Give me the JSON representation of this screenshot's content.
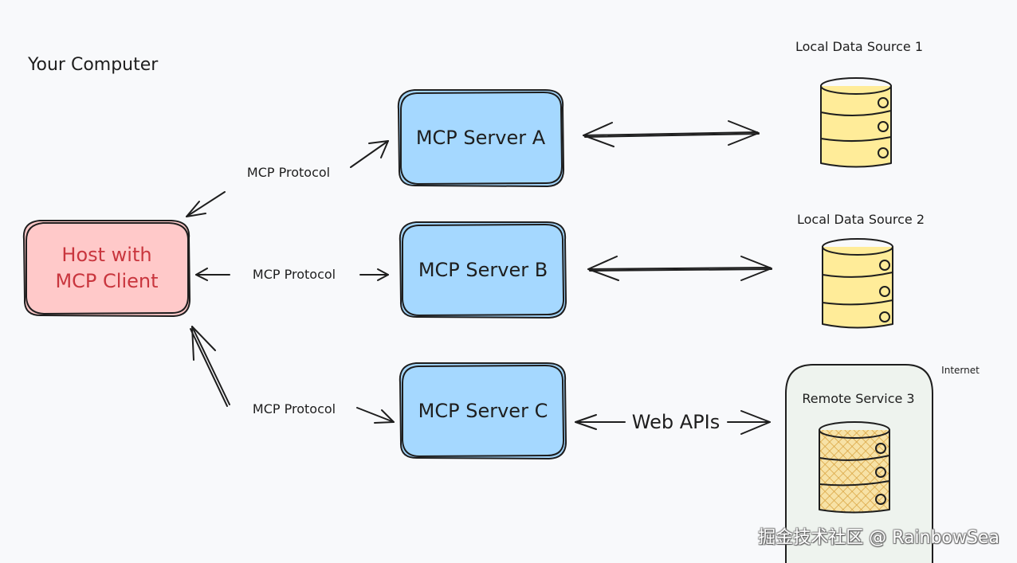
{
  "title": "Your Computer",
  "host": {
    "line1": "Host with",
    "line2": "MCP Client"
  },
  "servers": [
    {
      "label": "MCP Server A"
    },
    {
      "label": "MCP Server B"
    },
    {
      "label": "MCP Server C"
    }
  ],
  "edges": {
    "host_to_a": "MCP Protocol",
    "host_to_b": "MCP Protocol",
    "host_to_c": "MCP Protocol",
    "c_to_remote": "Web APIs"
  },
  "data_sources": [
    {
      "label": "Local Data Source 1"
    },
    {
      "label": "Local Data Source 2"
    }
  ],
  "remote": {
    "label": "Remote Service 3",
    "zone_label": "Internet"
  },
  "watermark": "掘金技术社区 @ RainbowSea",
  "colors": {
    "host_fill": "#ffc9c9",
    "host_text": "#c9363e",
    "server_fill": "#a5d8ff",
    "db_fill": "#ffec99",
    "remote_db_fill": "#f5d58c",
    "remote_box_fill": "#eef3ee",
    "stroke": "#1e1e1e",
    "background": "#f8f9fb"
  }
}
